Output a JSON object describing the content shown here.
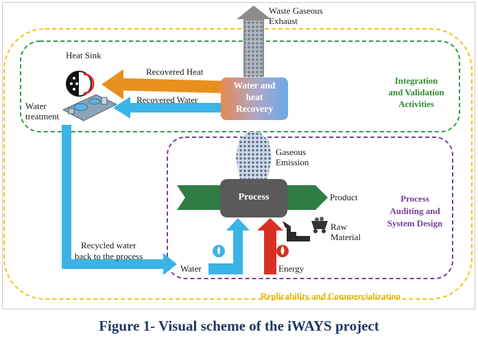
{
  "labels": {
    "waste_gaseous": "Waste Gaseous",
    "exhaust": "Exhaust",
    "heat_sink": "Heat Sink",
    "recovered_heat": "Recovered Heat",
    "recovered_water": "Recovered Water",
    "water_treatment_1": "Water",
    "water_treatment_2": "treatment",
    "recovery_box_1": "Water and",
    "recovery_box_2": "heat",
    "recovery_box_3": "Recovery",
    "integration_1": "Integration",
    "integration_2": "and Validation",
    "integration_3": "Activities",
    "gaseous_1": "Gaseous",
    "gaseous_2": "Emission",
    "process": "Process",
    "product": "Product",
    "raw_1": "Raw",
    "raw_2": "Material",
    "auditing_1": "Process",
    "auditing_2": "Auditing and",
    "auditing_3": "System Design",
    "recycled_1": "Recycled water",
    "recycled_2": "back to the process",
    "water": "Water",
    "energy": "Energy",
    "replicability": "Replicability and Commercialization"
  },
  "caption": "Figure 1- Visual scheme of the iWAYS project",
  "colors": {
    "green_frame": "#2e9a3e",
    "purple_frame": "#7a3aa0",
    "gold_frame": "#f0c419",
    "heat_arrow": "#e8901e",
    "water_arrow": "#3ab4e6",
    "energy_arrow": "#d93025",
    "product_arrow": "#2f7d45",
    "process_box": "#5a5a5a",
    "caption": "#1f3864"
  },
  "icons": [
    "heat-sink-icon",
    "water-treatment-icon",
    "water-drop-icon",
    "flame-icon",
    "mine-cart-icon"
  ]
}
